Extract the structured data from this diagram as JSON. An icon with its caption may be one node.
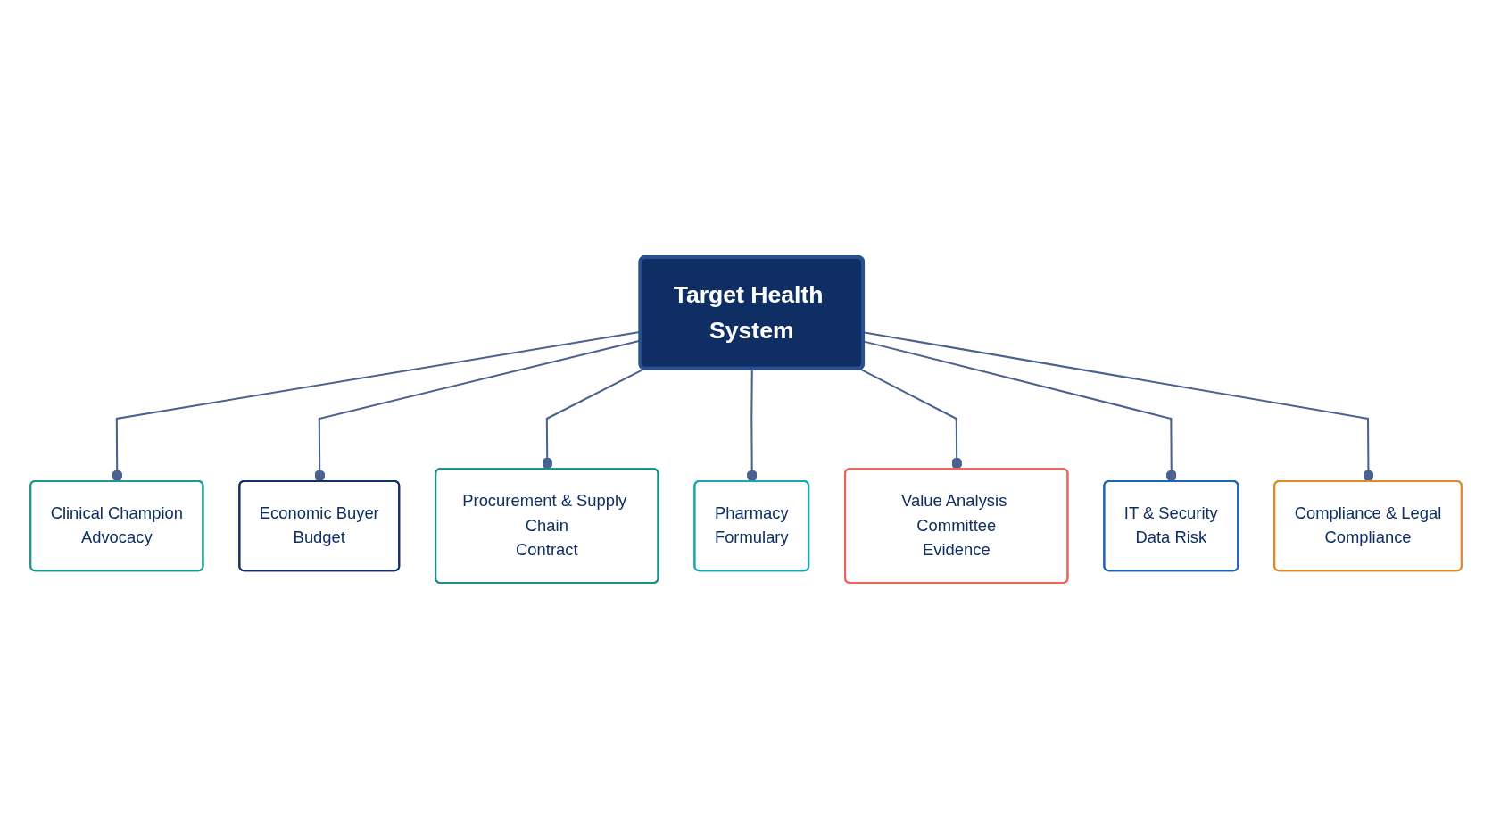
{
  "diagram": {
    "nodes": [
      {
        "text": [
          "Clinical Champion",
          "Advocacy"
        ]
      },
      {
        "text": [
          "Economic Buyer",
          "Budget"
        ]
      },
      {
        "text": [
          "Procurement & Supply Chain",
          "Contract"
        ]
      },
      {
        "text": [
          "Pharmacy",
          "Formulary"
        ]
      },
      {
        "text": [
          "Target Health System"
        ]
      },
      {
        "text": [
          "Value Analysis Committee",
          "Evidence"
        ]
      },
      {
        "text": [
          "IT & Security",
          "Data Risk"
        ]
      },
      {
        "text": [
          "Compliance & Legal",
          "Compliance"
        ]
      }
    ],
    "edges": [
      {
        "from": 4,
        "to": 0,
        "arrow": "other"
      },
      {
        "from": 4,
        "to": 1,
        "arrow": "other"
      },
      {
        "from": 4,
        "to": 2,
        "arrow": "other"
      },
      {
        "from": 4,
        "to": 3,
        "arrow": "other"
      },
      {
        "from": 4,
        "to": 5,
        "arrow": "other"
      },
      {
        "from": 4,
        "to": 6,
        "arrow": "other"
      },
      {
        "from": 4,
        "to": 7,
        "arrow": "other"
      }
    ]
  }
}
